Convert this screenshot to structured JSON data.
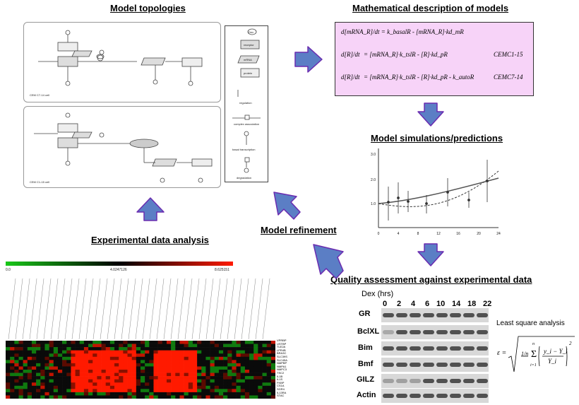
{
  "titles": {
    "model_topologies": "Model topologies",
    "math_description": "Mathematical description of models",
    "simulations": "Model simulations/predictions",
    "quality": "Quality assessment against experimental data",
    "refinement": "Model refinement",
    "data_analysis": "Experimental data analysis",
    "least_square": "Least square analysis"
  },
  "topology": {
    "top_label": "CEM C7-14 cell",
    "bottom_label": "CEM C1-15 cell",
    "legend": {
      "receptor": "receptor",
      "mrna": "mRNA",
      "protein": "protein",
      "regulation": "regulation",
      "complex": "complex association",
      "basal": "basal transcription",
      "degradation": "degradation",
      "dex": "Dex"
    }
  },
  "equations": {
    "eq1": "d[mRNA_R]/dt = k_basalR - [mRNA_R]·kd_mR",
    "eq2_lhs": "d[R]/dt",
    "eq2_rhs": "= [mRNA_R]·k_tslR - [R]·kd_pR",
    "eq2_tag": "CEMC1-15",
    "eq3_lhs": "d[R]/dt",
    "eq3_rhs": "= [mRNA_R]·k_tslR - [R]·kd_pR - k_autoR",
    "eq3_tag": "CEMC7-14"
  },
  "sim_chart": {
    "xticks": [
      "0",
      "4",
      "8",
      "12",
      "16",
      "20",
      "24"
    ],
    "yticks": [
      "1.0",
      "2.0",
      "3.0"
    ]
  },
  "heatmap": {
    "scale": [
      "0.0",
      "4.0247126",
      "8.625151"
    ],
    "genes": [
      "VPRBP",
      "USTBP",
      "TLE2A",
      "LPR4B",
      "BRA3C",
      "SLC39S",
      "SLC45A",
      "NMPBP",
      "NMPA1",
      "NMPC3",
      "TSC2",
      "IL1B",
      "IL1S",
      "FKBP",
      "CS1A",
      "SGR4",
      "IL13RA",
      "STAC"
    ]
  },
  "western": {
    "dex_label": "Dex (hrs)",
    "times": [
      "0",
      "2",
      "4",
      "6",
      "10",
      "14",
      "18",
      "22"
    ],
    "rows": [
      "GR",
      "BclXL",
      "Bim",
      "Bmf",
      "GILZ",
      "Actin"
    ]
  },
  "formula": {
    "lhs": "ε =",
    "frac": "1/n",
    "sum": "Σ",
    "sum_top": "n",
    "sum_bottom": "i=1",
    "num": "y_i − Y_i",
    "den": "Y_i",
    "pow": "2"
  },
  "colors": {
    "arrow_fill": "#5b7ec5",
    "arrow_stroke": "#6a2bb0",
    "eq_box": "#f7d3f8",
    "heat_red": "#ff1a00",
    "heat_green": "#19c819"
  }
}
